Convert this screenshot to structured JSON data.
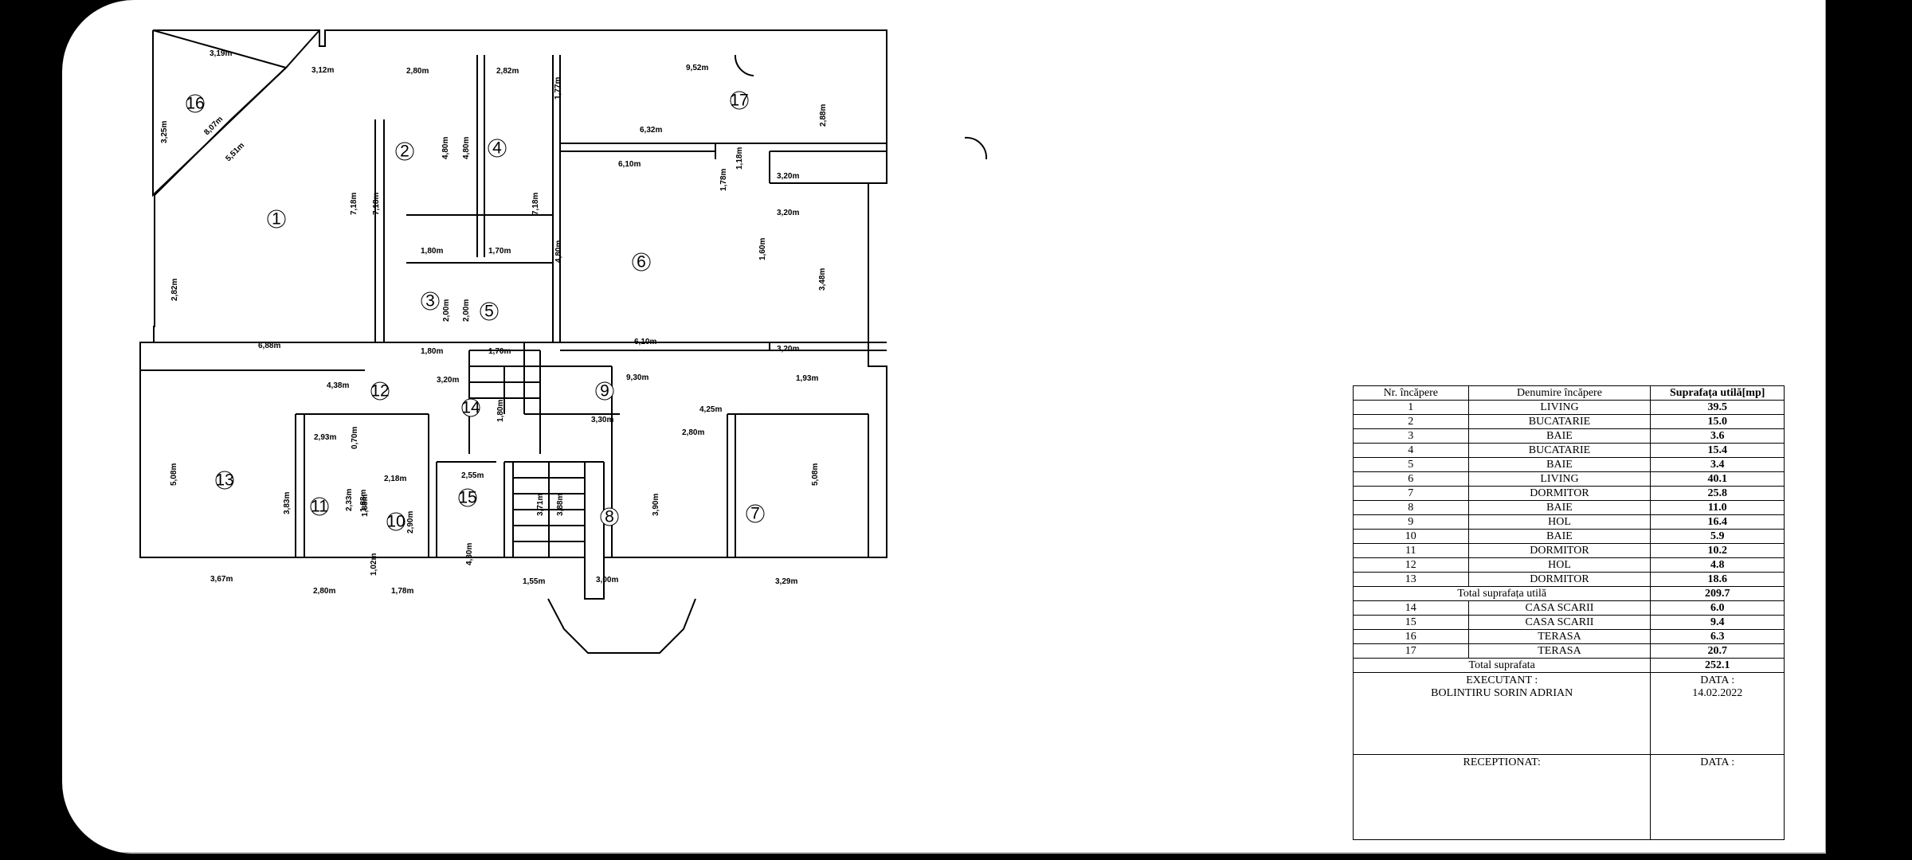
{
  "rooms": [
    {
      "no": "1",
      "label": "1"
    },
    {
      "no": "2",
      "label": "2"
    },
    {
      "no": "3",
      "label": "3"
    },
    {
      "no": "4",
      "label": "4"
    },
    {
      "no": "5",
      "label": "5"
    },
    {
      "no": "6",
      "label": "6"
    },
    {
      "no": "7",
      "label": "7"
    },
    {
      "no": "8",
      "label": "8"
    },
    {
      "no": "9",
      "label": "9"
    },
    {
      "no": "10",
      "label": "10"
    },
    {
      "no": "11",
      "label": "11"
    },
    {
      "no": "12",
      "label": "12"
    },
    {
      "no": "13",
      "label": "13"
    },
    {
      "no": "14",
      "label": "14"
    },
    {
      "no": "15",
      "label": "15"
    },
    {
      "no": "16",
      "label": "16"
    },
    {
      "no": "17",
      "label": "17"
    }
  ],
  "dimensions": [
    "3,19m",
    "3,12m",
    "2,80m",
    "2,82m",
    "9,52m",
    "6,32m",
    "6,10m",
    "3,20m",
    "3,20m",
    "1,80m",
    "1,70m",
    "1,80m",
    "1,70m",
    "6,88m",
    "4,38m",
    "3,20m",
    "9,30m",
    "1,93m",
    "4,25m",
    "2,80m",
    "3,30m",
    "2,93m",
    "2,18m",
    "2,55m",
    "3,67m",
    "2,80m",
    "1,78m",
    "1,55m",
    "3,00m",
    "3,29m",
    "6,10m",
    "3,20m",
    "3,25m",
    "8,07m",
    "5,51m",
    "7,18m",
    "7,18m",
    "4,80m",
    "4,80m",
    "7,18m",
    "1,77m",
    "2,88m",
    "1,18m",
    "1,78m",
    "4,80m",
    "3,48m",
    "2,82m",
    "2,00m",
    "2,00m",
    "1,88m",
    "1,80m",
    "0,70m",
    "5,08m",
    "3,83m",
    "2,33m",
    "1,88m",
    "2,90m",
    "1,02m",
    "4,30m",
    "3,71m",
    "3,88m",
    "3,90m",
    "5,08m",
    "1,60m"
  ],
  "table": {
    "headers": {
      "no": "Nr. încăpere",
      "name": "Denumire încăpere",
      "area": "Suprafața utilă[mp]"
    },
    "rows": [
      {
        "no": "1",
        "name": "LIVING",
        "area": "39.5"
      },
      {
        "no": "2",
        "name": "BUCATARIE",
        "area": "15.0"
      },
      {
        "no": "3",
        "name": "BAIE",
        "area": "3.6"
      },
      {
        "no": "4",
        "name": "BUCATARIE",
        "area": "15.4"
      },
      {
        "no": "5",
        "name": "BAIE",
        "area": "3.4"
      },
      {
        "no": "6",
        "name": "LIVING",
        "area": "40.1"
      },
      {
        "no": "7",
        "name": "DORMITOR",
        "area": "25.8"
      },
      {
        "no": "8",
        "name": "BAIE",
        "area": "11.0"
      },
      {
        "no": "9",
        "name": "HOL",
        "area": "16.4"
      },
      {
        "no": "10",
        "name": "BAIE",
        "area": "5.9"
      },
      {
        "no": "11",
        "name": "DORMITOR",
        "area": "10.2"
      },
      {
        "no": "12",
        "name": "HOL",
        "area": "4.8"
      },
      {
        "no": "13",
        "name": "DORMITOR",
        "area": "18.6"
      }
    ],
    "total_useful": {
      "label": "Total suprafața utilă",
      "value": "209.7"
    },
    "rows2": [
      {
        "no": "14",
        "name": "CASA  SCARII",
        "area": "6.0"
      },
      {
        "no": "15",
        "name": "CASA  SCARII",
        "area": "9.4"
      },
      {
        "no": "16",
        "name": "TERASA",
        "area": "6.3"
      },
      {
        "no": "17",
        "name": "TERASA",
        "area": "20.7"
      }
    ],
    "total": {
      "label": "Total suprafata",
      "value": "252.1"
    },
    "executant_label": "EXECUTANT :",
    "executant_name": "BOLINTIRU SORIN ADRIAN",
    "date_label": "DATA :",
    "date_value": "14.02.2022",
    "receptionat_label": "RECEPTIONAT:",
    "date_label2": "DATA :"
  }
}
